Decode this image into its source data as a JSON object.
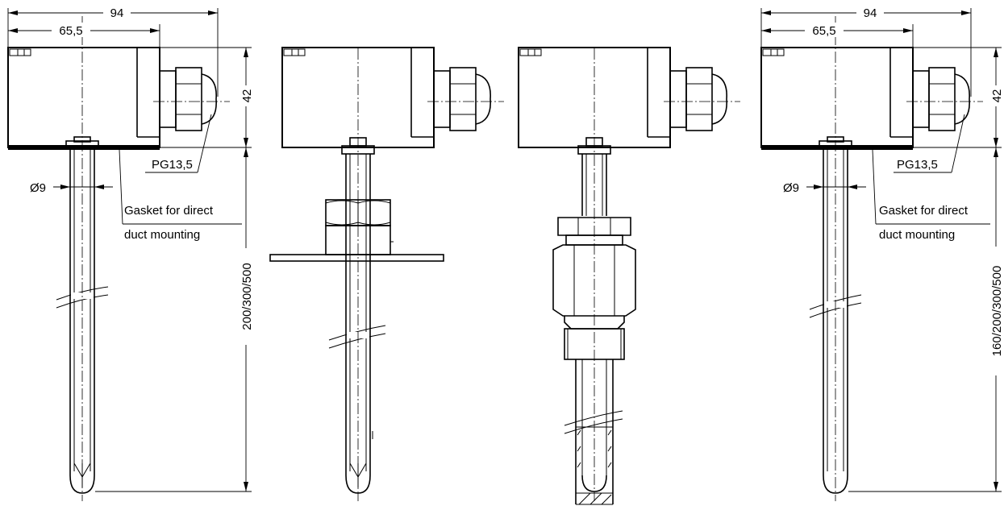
{
  "views": [
    {
      "name": "view-1",
      "dim_width_total": "94",
      "dim_width_axis": "65,5",
      "dim_height_housing": "42",
      "cable_gland_label": "PG13,5",
      "tube_diameter_label": "Ø9",
      "gasket_label_line1": "Gasket for direct",
      "gasket_label_line2": "duct mounting",
      "probe_length_label": "200/300/500"
    },
    {
      "name": "view-2-flange"
    },
    {
      "name": "view-3-thermowell"
    },
    {
      "name": "view-4",
      "dim_width_total": "94",
      "dim_width_axis": "65,5",
      "dim_height_housing": "42",
      "cable_gland_label": "PG13,5",
      "tube_diameter_label": "Ø9",
      "gasket_label_line1": "Gasket for direct",
      "gasket_label_line2": "duct mounting",
      "probe_length_label": "160/200/300/500"
    }
  ]
}
